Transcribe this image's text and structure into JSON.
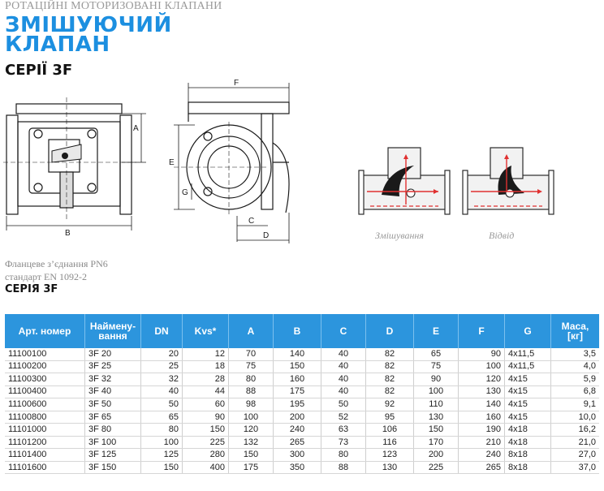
{
  "header": {
    "category": "РОТАЦІЙНІ МОТОРИЗОВАНІ КЛАПАНИ",
    "title_line1": "ЗМІШУЮЧИЙ",
    "title_line2": "КЛАПАН",
    "series": "СЕРІЇ 3F"
  },
  "drawing": {
    "labels": {
      "A": "A",
      "B": "B",
      "C": "C",
      "D": "D",
      "E": "E",
      "F": "F",
      "G": "G"
    },
    "caption_mixing": "Змішування",
    "caption_diverting": "Відвід"
  },
  "notes": {
    "flange": "Фланцеве з’єднання PN6",
    "standard": "стандарт EN 1092-2",
    "series_label": "СЕРІЯ 3F"
  },
  "table": {
    "headers": [
      "Арт. номер",
      "Найменування",
      "DN",
      "Kvs*",
      "A",
      "B",
      "C",
      "D",
      "E",
      "F",
      "G",
      "Маса, [кг]"
    ],
    "header_display": {
      "name_line1": "Наймену-",
      "name_line2": "вання",
      "mass_line1": "Маса,",
      "mass_line2": "[кг]"
    },
    "rows": [
      [
        "11100100",
        "3F 20",
        "20",
        "12",
        "70",
        "140",
        "40",
        "82",
        "65",
        "90",
        "4x11,5",
        "3,5"
      ],
      [
        "11100200",
        "3F 25",
        "25",
        "18",
        "75",
        "150",
        "40",
        "82",
        "75",
        "100",
        "4x11,5",
        "4,0"
      ],
      [
        "11100300",
        "3F 32",
        "32",
        "28",
        "80",
        "160",
        "40",
        "82",
        "90",
        "120",
        "4x15",
        "5,9"
      ],
      [
        "11100400",
        "3F 40",
        "40",
        "44",
        "88",
        "175",
        "40",
        "82",
        "100",
        "130",
        "4x15",
        "6,8"
      ],
      [
        "11100600",
        "3F 50",
        "50",
        "60",
        "98",
        "195",
        "50",
        "92",
        "110",
        "140",
        "4x15",
        "9,1"
      ],
      [
        "11100800",
        "3F 65",
        "65",
        "90",
        "100",
        "200",
        "52",
        "95",
        "130",
        "160",
        "4x15",
        "10,0"
      ],
      [
        "11101000",
        "3F 80",
        "80",
        "150",
        "120",
        "240",
        "63",
        "106",
        "150",
        "190",
        "4x18",
        "16,2"
      ],
      [
        "11101200",
        "3F 100",
        "100",
        "225",
        "132",
        "265",
        "73",
        "116",
        "170",
        "210",
        "4x18",
        "21,0"
      ],
      [
        "11101400",
        "3F 125",
        "125",
        "280",
        "150",
        "300",
        "80",
        "123",
        "200",
        "240",
        "8x18",
        "27,0"
      ],
      [
        "11101600",
        "3F 150",
        "150",
        "400",
        "175",
        "350",
        "88",
        "130",
        "225",
        "265",
        "8x18",
        "37,0"
      ]
    ]
  },
  "colors": {
    "accent": "#1c8fe0",
    "table_header": "#2c95dd",
    "muted_text": "#9a9a9a",
    "flow_arrow": "#e03030"
  }
}
